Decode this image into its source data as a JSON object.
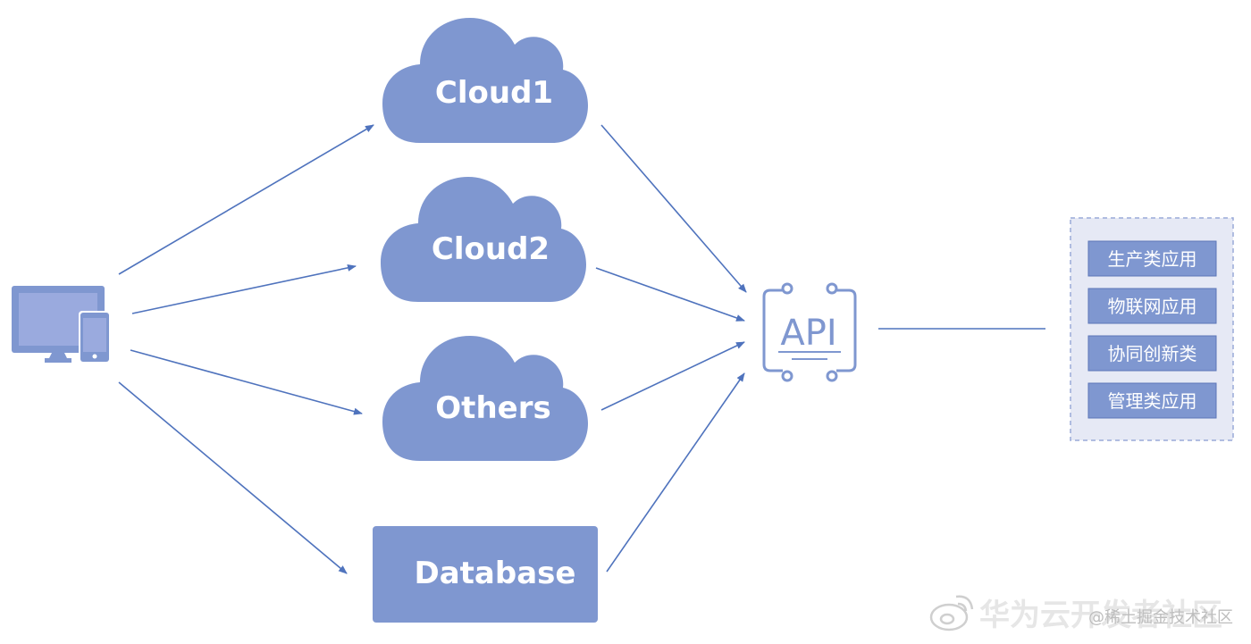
{
  "nodes": {
    "cloud1": "Cloud1",
    "cloud2": "Cloud2",
    "others": "Others",
    "database": "Database",
    "api": "API"
  },
  "apps": {
    "items": [
      "生产类应用",
      "物联网应用",
      "协同创新类",
      "管理类应用"
    ]
  },
  "watermark": {
    "brand": "华为云开发者社区",
    "handle": "@稀土掘金技术社区"
  },
  "colors": {
    "node_fill": "#7f97d0",
    "arrow": "#4f73bd",
    "app_box": "#7f97d0",
    "panel_bg": "#e6e9f5",
    "panel_border": "#9aaad8"
  }
}
